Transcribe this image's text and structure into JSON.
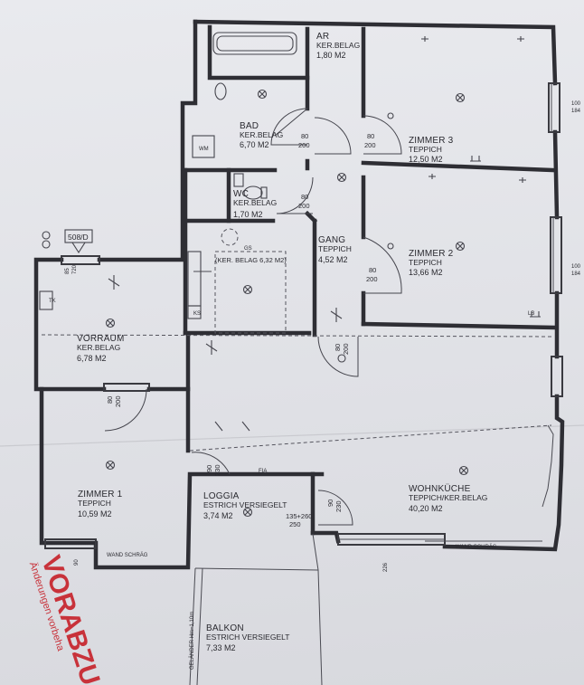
{
  "rooms": [
    {
      "id": "ar",
      "name": "AR",
      "surface": "KER.BELAG",
      "area": "1,80  M2"
    },
    {
      "id": "bad",
      "name": "BAD",
      "surface": "KER.BELAG",
      "area": "6,70 M2"
    },
    {
      "id": "zimmer3",
      "name": "ZIMMER 3",
      "surface": "TEPPICH",
      "area": "12,50 M2"
    },
    {
      "id": "wc",
      "name": "WC",
      "surface": "KER.BELAG",
      "area": "1,70  M2"
    },
    {
      "id": "gang",
      "name": "GANG",
      "surface": "TEPPICH",
      "area": "4,52  M2"
    },
    {
      "id": "zimmer2",
      "name": "ZIMMER 2",
      "surface": "TEPPICH",
      "area": "13,66 M2"
    },
    {
      "id": "vorraum",
      "name": "VORRAUM",
      "surface": "KER.BELAG",
      "area": "6,78  M2"
    },
    {
      "id": "zimmer1",
      "name": "ZIMMER  1",
      "surface": "TEPPICH",
      "area": "10,59 M2"
    },
    {
      "id": "loggia",
      "name": "LOGGIA",
      "surface": "ESTRICH VERSIEGELT",
      "area": "3,74  M2"
    },
    {
      "id": "wohnkueche",
      "name": "WOHNKÜCHE",
      "surface": "TEPPICH/KER.BELAG",
      "area": "40,20 M2"
    },
    {
      "id": "balkon",
      "name": "BALKON",
      "surface": "ESTRICH  VERSIEGELT",
      "area": "7,33  M2"
    }
  ],
  "annotations": {
    "storage_area": "(KER. BELAG 6,32 M2)",
    "unit_number": "508/D",
    "opening": "135+260",
    "opening_height": "250",
    "wand_schraeg": "WAND SCHRÄG",
    "gelaender": "GELÄNDER  Hm=1,10m",
    "dim_dbl_226": "226",
    "dim_dbl_90": "90",
    "dim_dbl_85": "85",
    "dim_dbl_720": "720",
    "window_100_184": [
      "100",
      "184"
    ],
    "label_wm": "WM",
    "label_tk": "TK",
    "label_ks": "KS",
    "label_gs": "GS",
    "label_fia": "FIA",
    "label_lb": "LB"
  },
  "doors": [
    "80",
    "200",
    "80",
    "200",
    "80",
    "200",
    "80",
    "200",
    "80",
    "200",
    "80",
    "200",
    "90",
    "230",
    "90",
    "230"
  ],
  "stamp": {
    "main": "VORABZU",
    "sub": "Änderungen vorbeha"
  },
  "colors": {
    "wall": "#2e2e34",
    "paper": "#e3e4e9",
    "stamp": "#c8323a"
  }
}
